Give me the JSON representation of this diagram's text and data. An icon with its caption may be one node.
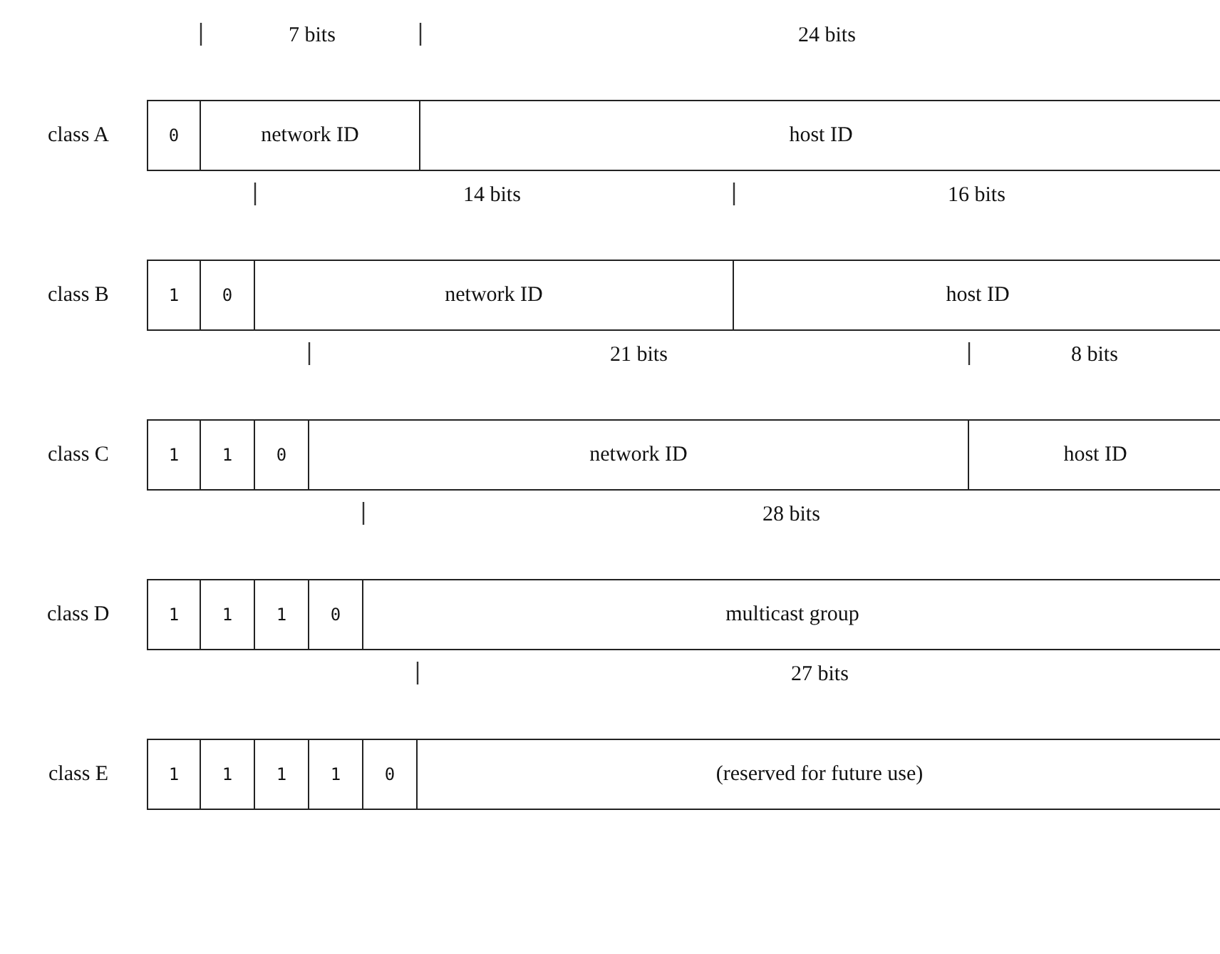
{
  "diagram": {
    "nodes": [
      {
        "text": [
          "0"
        ]
      },
      {
        "text": [
          "network ID"
        ]
      },
      {
        "text": [
          "host ID"
        ]
      },
      {
        "text": [
          "1"
        ]
      },
      {
        "text": [
          "0"
        ]
      },
      {
        "text": [
          "network ID"
        ]
      },
      {
        "text": [
          "host ID"
        ]
      },
      {
        "text": [
          "1"
        ]
      },
      {
        "text": [
          "1"
        ]
      },
      {
        "text": [
          "0"
        ]
      },
      {
        "text": [
          "network ID"
        ]
      },
      {
        "text": [
          "host ID"
        ]
      },
      {
        "text": [
          "1"
        ]
      },
      {
        "text": [
          "1"
        ]
      },
      {
        "text": [
          "1"
        ]
      },
      {
        "text": [
          "0"
        ]
      },
      {
        "text": [
          "multicast group"
        ]
      },
      {
        "text": [
          "1"
        ]
      },
      {
        "text": [
          "1"
        ]
      },
      {
        "text": [
          "1"
        ]
      },
      {
        "text": [
          "1"
        ]
      },
      {
        "text": [
          "0"
        ]
      },
      {
        "text": [
          "(reserved for future use)"
        ]
      }
    ],
    "labels": [
      "7 bits",
      "24 bits",
      "class A",
      "14 bits",
      "16 bits",
      "class B",
      "21 bits",
      "8 bits",
      "class C",
      "28 bits",
      "class D",
      "27 bits",
      "class E"
    ]
  }
}
